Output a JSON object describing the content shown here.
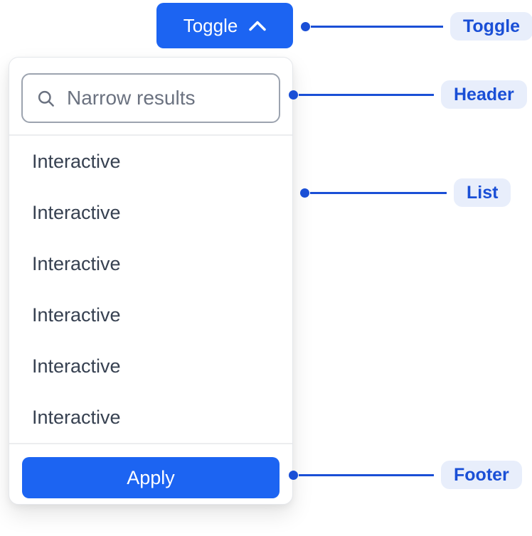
{
  "toggle_button": {
    "label": "Toggle",
    "icon": "chevron-up"
  },
  "dropdown": {
    "header": {
      "search_placeholder": "Narrow results",
      "search_value": "",
      "icon": "search"
    },
    "items": [
      "Interactive",
      "Interactive",
      "Interactive",
      "Interactive",
      "Interactive",
      "Interactive"
    ],
    "footer": {
      "apply_label": "Apply"
    }
  },
  "annotations": [
    {
      "label": "Toggle"
    },
    {
      "label": "Header"
    },
    {
      "label": "List"
    },
    {
      "label": "Footer"
    }
  ],
  "colors": {
    "primary_blue": "#1C64F2",
    "annotation_blue": "#1A4FD6",
    "annotation_pill_bg": "#E8EEFB",
    "list_text": "#374151",
    "placeholder_text": "#6B7280",
    "input_border": "#9CA3AF",
    "panel_border": "#E5E7EB",
    "divider": "#ECEDEF"
  }
}
